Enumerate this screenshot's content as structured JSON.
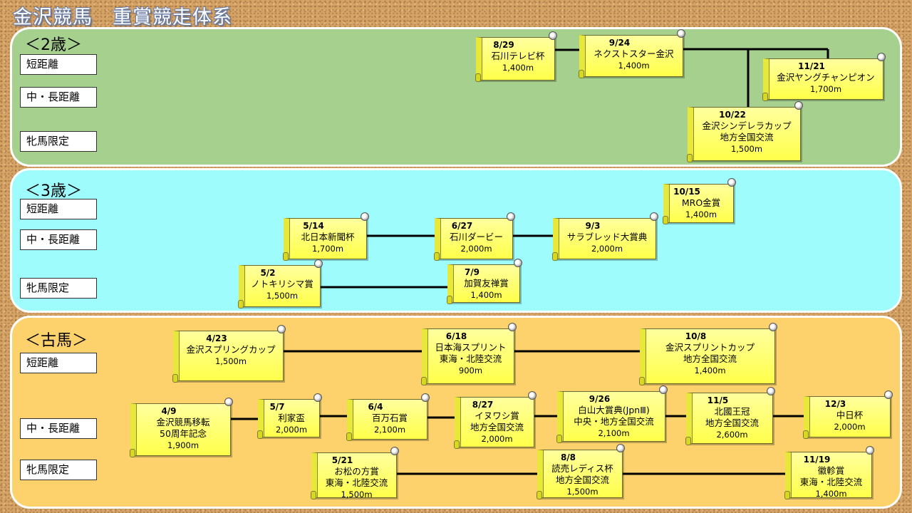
{
  "title": "金沢競馬　重賞競走体系",
  "sections": {
    "s2": "＜2歳＞",
    "s3": "＜3歳＞",
    "sk": "＜古馬＞"
  },
  "row_labels": {
    "sprint": "短距離",
    "middle": "中・長距離",
    "filly": "牝馬限定"
  },
  "races": {
    "r01": {
      "date": "8/29",
      "name": "石川テレビ杯",
      "dist": "1,400m"
    },
    "r02": {
      "date": "9/24",
      "name": "ネクストスター金沢",
      "dist": "1,400m"
    },
    "r03": {
      "date": "11/21",
      "name": "金沢ヤングチャンピオン",
      "dist": "1,700m"
    },
    "r04": {
      "date": "10/22",
      "name": "金沢シンデレラカップ",
      "note": "地方全国交流",
      "dist": "1,500m"
    },
    "r05": {
      "date": "10/15",
      "name": "MRO金賞",
      "dist": "1,400m"
    },
    "r06": {
      "date": "5/14",
      "name": "北日本新聞杯",
      "dist": "1,700m"
    },
    "r07": {
      "date": "6/27",
      "name": "石川ダービー",
      "dist": "2,000m"
    },
    "r08": {
      "date": "9/3",
      "name": "サラブレッド大賞典",
      "dist": "2,000m"
    },
    "r09": {
      "date": "5/2",
      "name": "ノトキリシマ賞",
      "dist": "1,500m"
    },
    "r10": {
      "date": "7/9",
      "name": "加賀友禅賞",
      "dist": "1,400m"
    },
    "r11": {
      "date": "4/23",
      "name": "金沢スプリングカップ",
      "dist": "1,500m"
    },
    "r12": {
      "date": "6/18",
      "name": "日本海スプリント",
      "note": "東海・北陸交流",
      "dist": "900m"
    },
    "r13": {
      "date": "10/8",
      "name": "金沢スプリントカップ",
      "note": "地方全国交流",
      "dist": "1,400m"
    },
    "r14": {
      "date": "4/9",
      "name": "金沢競馬移転",
      "note": "50周年記念",
      "dist": "1,900m"
    },
    "r15": {
      "date": "5/7",
      "name": "利家盃",
      "dist": "2,000m"
    },
    "r16": {
      "date": "6/4",
      "name": "百万石賞",
      "dist": "2,100m"
    },
    "r17": {
      "date": "8/27",
      "name": "イヌワシ賞",
      "note": "地方全国交流",
      "dist": "2,000m"
    },
    "r18": {
      "date": "9/26",
      "name": "白山大賞典(JpnⅢ)",
      "note": "中央・地方全国交流",
      "dist": "2,100m"
    },
    "r19": {
      "date": "11/5",
      "name": "北國王冠",
      "note": "地方全国交流",
      "dist": "2,600m"
    },
    "r20": {
      "date": "12/3",
      "name": "中日杯",
      "dist": "2,000m"
    },
    "r21": {
      "date": "5/21",
      "name": "お松の方賞",
      "note": "東海・北陸交流",
      "dist": "1,500m"
    },
    "r22": {
      "date": "8/8",
      "name": "読売レディス杯",
      "note": "地方全国交流",
      "dist": "1,500m"
    },
    "r23": {
      "date": "11/19",
      "name": "徽軫賞",
      "note": "東海・北陸交流",
      "dist": "1,400m"
    }
  }
}
